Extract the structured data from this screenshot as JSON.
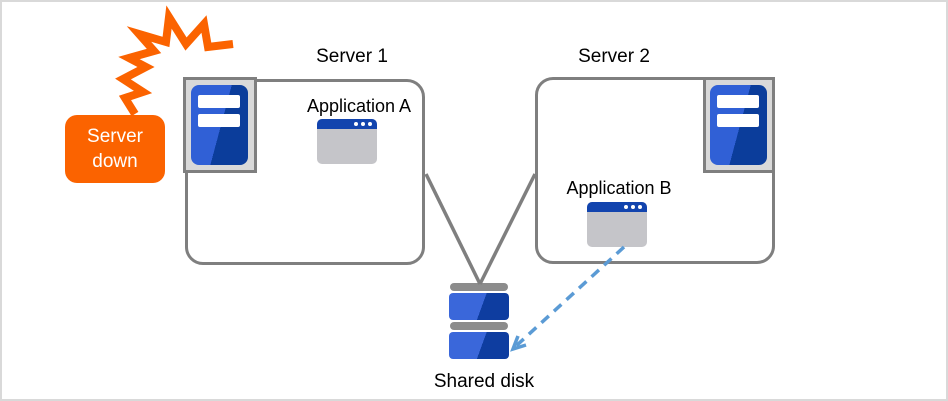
{
  "diagram": {
    "server1": {
      "label": "Server 1"
    },
    "server2": {
      "label": "Server 2"
    },
    "application_a": {
      "label": "Application A"
    },
    "application_b": {
      "label": "Application B"
    },
    "shared_disk": {
      "label": "Shared disk"
    },
    "server_down_badge": {
      "label": "Server down"
    }
  },
  "icons": {
    "server_tower": "server-tower-icon",
    "app_window": "app-window-icon",
    "disk_stack": "disk-stack-icon",
    "crash": "crash-lightning-icon",
    "dashed_arrow": "dashed-arrow-icon"
  },
  "colors": {
    "accent_orange": "#fb6300",
    "box_border_gray": "#7f7f7f",
    "server_frame_gray": "#d9d9d9",
    "server_blue_light": "#3060d6",
    "server_blue_dark": "#0b3d9b",
    "window_titlebar_blue": "#1244ae",
    "window_body_gray": "#c5c5c9",
    "disk_bar_gray": "#8c8c8c",
    "arrow_blue": "#5b9bd5",
    "text_black": "#000000"
  }
}
